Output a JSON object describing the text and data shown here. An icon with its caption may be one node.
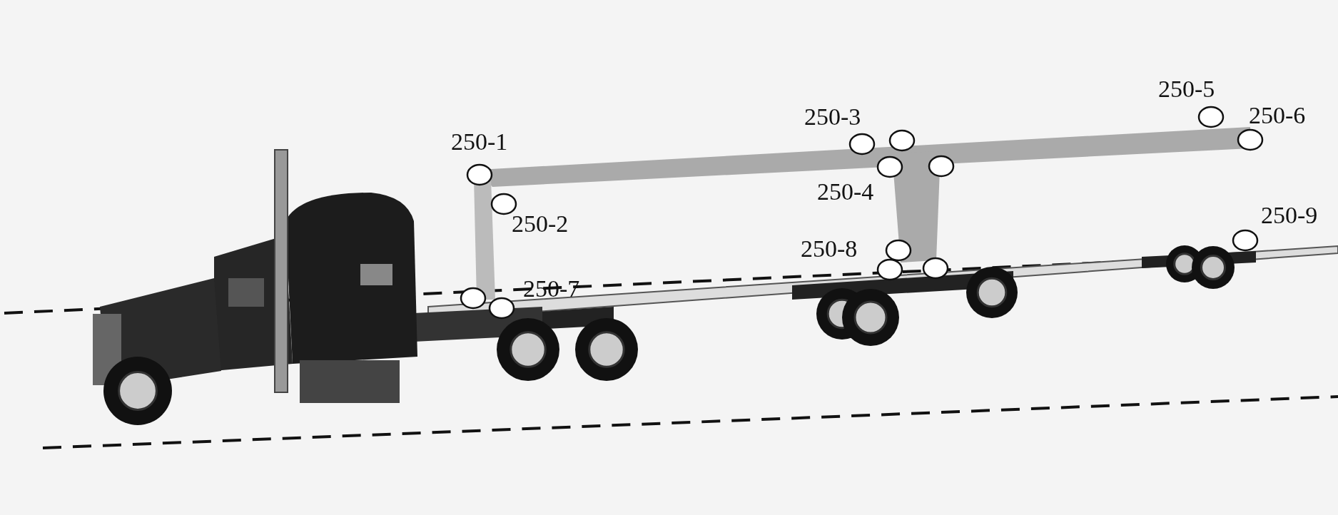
{
  "diagram": {
    "labels": [
      "250-1",
      "250-2",
      "250-7",
      "250-3",
      "250-4",
      "250-8",
      "250-5",
      "250-6",
      "250-9"
    ]
  }
}
